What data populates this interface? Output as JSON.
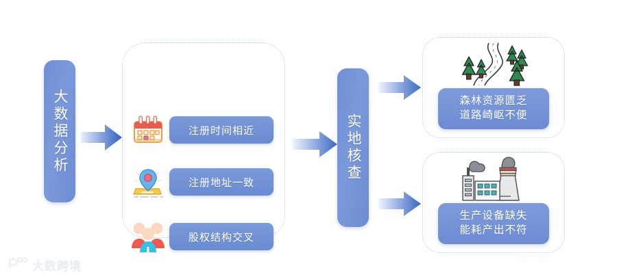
{
  "diagram": {
    "stage_bigdata": {
      "label": "大数据分析"
    },
    "stage_verify": {
      "label": "实地核查"
    },
    "criteria": {
      "items": [
        {
          "icon": "calendar-icon",
          "label": "注册时间相近"
        },
        {
          "icon": "location-pin-icon",
          "label": "注册地址一致"
        },
        {
          "icon": "people-group-icon",
          "label": "股权结构交叉"
        }
      ]
    },
    "results": [
      {
        "icon": "forest-road-icon",
        "line1": "森林资源匮乏",
        "line2": "道路崎岖不便"
      },
      {
        "icon": "factory-smoke-icon",
        "line1": "生产设备缺失",
        "line2": "能耗产出不符"
      }
    ],
    "arrows": [
      {
        "name": "arrow-bigdata-to-criteria"
      },
      {
        "name": "arrow-criteria-to-verify"
      },
      {
        "name": "arrow-verify-to-forest"
      },
      {
        "name": "arrow-verify-to-factory"
      }
    ]
  },
  "watermark": {
    "text": "大数跨境"
  },
  "colors": {
    "primary_blue": "#6d8cd3",
    "pill_blue": "#7a99da",
    "dotted_border": "#b9c8e8",
    "arrow_blue": "#4a73c4",
    "tree_green": "#2f8a4f",
    "calendar_red": "#e8584f",
    "pin_blue": "#5fa8e8",
    "base_yellow": "#f6c544",
    "person_red": "#ef5a4c",
    "person_cyan": "#35c0e8",
    "smoke_gray": "#8c9096",
    "watermark_text": "#eceff3"
  }
}
